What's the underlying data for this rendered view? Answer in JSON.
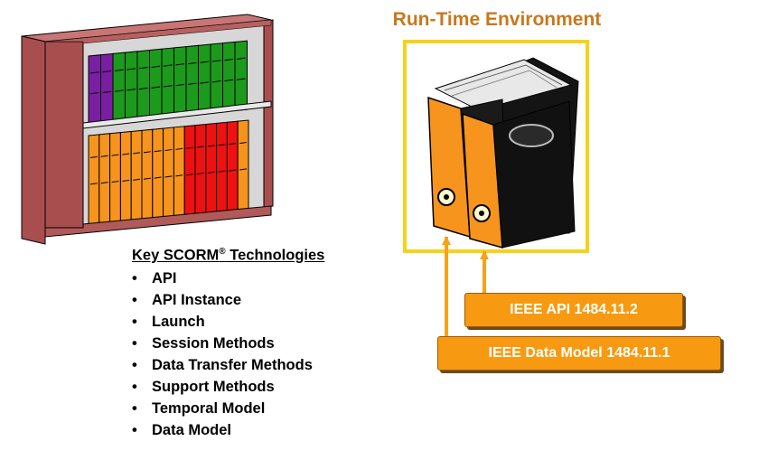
{
  "runtime": {
    "title": "Run-Time Environment"
  },
  "technologies": {
    "heading": "Key SCORM",
    "heading_mark": "®",
    "heading_suffix": " Technologies",
    "bullet": "•",
    "items": [
      "API",
      "API Instance",
      "Launch",
      "Session Methods",
      "Data Transfer Methods",
      "Support Methods",
      "Temporal Model",
      "Data Model"
    ]
  },
  "standards": {
    "api": "IEEE API 1484.11.2",
    "data_model": "IEEE Data Model 1484.11.1"
  },
  "colors": {
    "title": "#c8781e",
    "env_border": "#f7d21a",
    "standard_fill": "#f79a12",
    "arrow": "#f7a21a",
    "shelf_wood": "#b05a5a",
    "book_purple": "#7b1fa2",
    "book_green": "#1c9a1c",
    "book_orange": "#f7941d",
    "book_red": "#ee1111",
    "binder_body": "#141414",
    "binder_spine": "#f7941d"
  },
  "icons": {
    "bookshelf": "bookshelf-icon",
    "binders": "binders-icon"
  }
}
